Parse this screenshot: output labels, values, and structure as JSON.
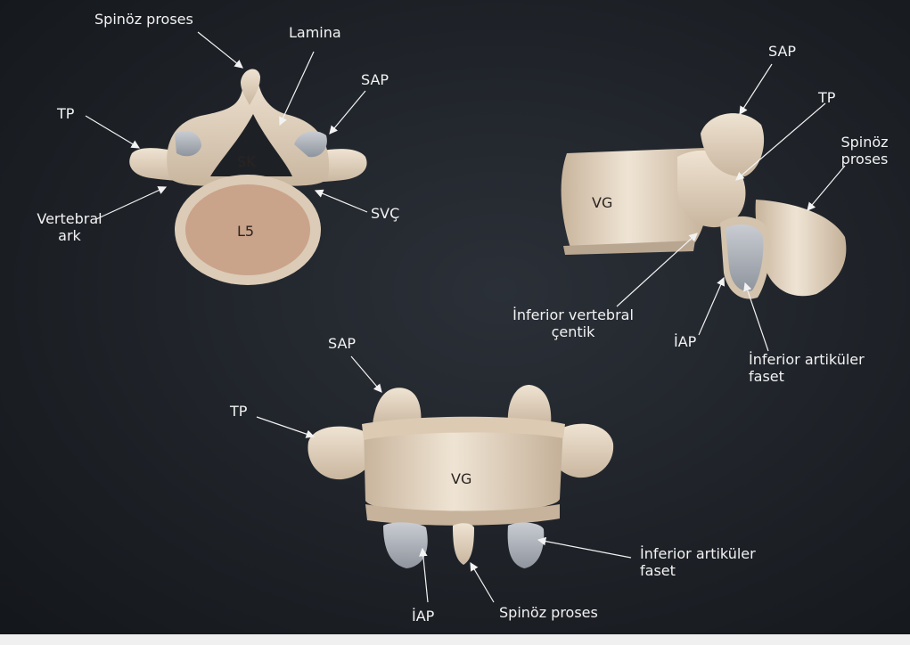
{
  "figure_labels": {
    "view1": {
      "spinous": "Spinöz proses",
      "lamina": "Lamina",
      "sap": "SAP",
      "tp": "TP",
      "sk": "SK",
      "svc": "SVÇ",
      "arch_line1": "Vertebral",
      "arch_line2": "ark",
      "l5": "L5"
    },
    "view2": {
      "sap": "SAP",
      "tp": "TP",
      "spinous_line1": "Spinöz",
      "spinous_line2": "proses",
      "vg": "VG",
      "notch_line1": "İnferior vertebral",
      "notch_line2": "çentik",
      "iap": "İAP",
      "facet_line1": "İnferior artiküler",
      "facet_line2": "faset"
    },
    "view3": {
      "sap": "SAP",
      "tp": "TP",
      "vg": "VG",
      "facet_line1": "İnferior artiküler",
      "facet_line2": "faset",
      "iap": "İAP",
      "spinous": "Spinöz proses"
    }
  },
  "colors": {
    "background": "#1b1f24",
    "bone": "#e2d3bf",
    "bone_shadow": "#b9a690",
    "facet": "#aeb3bb",
    "label": "#f2f2f2"
  }
}
